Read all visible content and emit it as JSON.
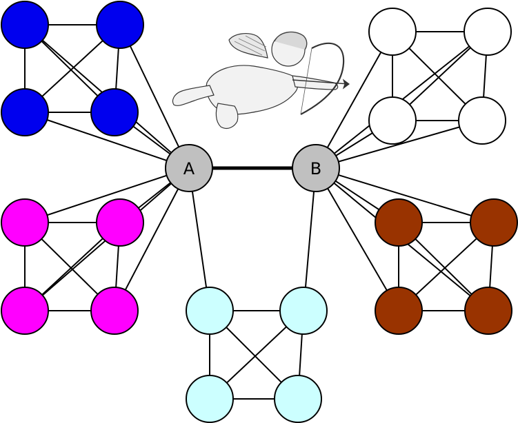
{
  "diagram": {
    "hubs": [
      {
        "id": "A",
        "label": "A",
        "fill": "#c0c0c0"
      },
      {
        "id": "B",
        "label": "B",
        "fill": "#c0c0c0"
      }
    ],
    "hub_edge": {
      "from": "A",
      "to": "B",
      "style": "thick"
    },
    "clusters": [
      {
        "id": "blue",
        "color": "#0000ee",
        "hubs": [
          "A"
        ]
      },
      {
        "id": "white",
        "color": "#ffffff",
        "hubs": [
          "B"
        ]
      },
      {
        "id": "magenta",
        "color": "#ff00ff",
        "hubs": [
          "A"
        ]
      },
      {
        "id": "brown",
        "color": "#993300",
        "hubs": [
          "B"
        ]
      },
      {
        "id": "cyan",
        "color": "#ccffff",
        "hubs": [
          "A",
          "B"
        ]
      }
    ],
    "illustration": "cupid-with-bow"
  }
}
